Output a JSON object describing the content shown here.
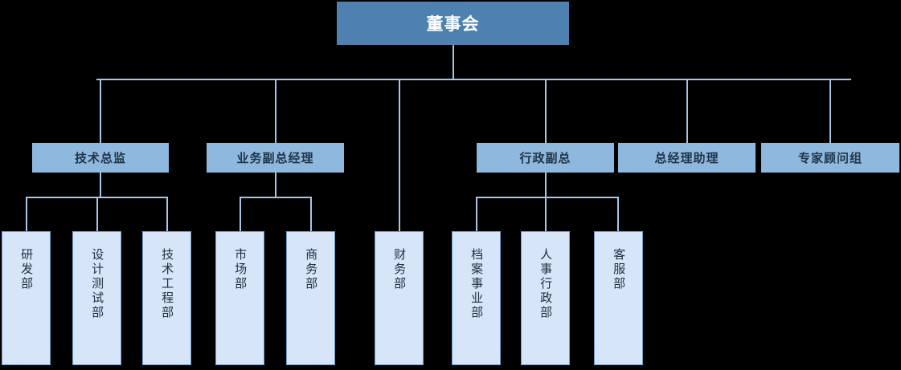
{
  "chart": {
    "type": "org-chart",
    "title_node": "董事会",
    "palette": {
      "background": "#000000",
      "root_fill": "#4E81B0",
      "root_text": "#FFFFFF",
      "level2_fill": "#8FB8DE",
      "level2_text": "#1F3448",
      "leaf_fill": "#D6E5F8",
      "leaf_border": "#6E9DC9",
      "leaf_text": "#20303F",
      "connector": "#A7C6E6"
    },
    "root": {
      "label": "董事会"
    },
    "level2": [
      {
        "label": "技术总监"
      },
      {
        "label": "业务副总经理"
      },
      {
        "label": "行政副总"
      },
      {
        "label": "总经理助理"
      },
      {
        "label": "专家顾问组"
      }
    ],
    "leaves": [
      {
        "label": "研发部",
        "parent": "技术总监"
      },
      {
        "label": "设计测试部",
        "parent": "技术总监"
      },
      {
        "label": "技术工程部",
        "parent": "技术总监"
      },
      {
        "label": "市场部",
        "parent": "业务副总经理"
      },
      {
        "label": "商务部",
        "parent": "业务副总经理"
      },
      {
        "label": "财务部",
        "parent": "董事会"
      },
      {
        "label": "档案事业部",
        "parent": "行政副总"
      },
      {
        "label": "人事行政部",
        "parent": "行政副总"
      },
      {
        "label": "客服部",
        "parent": "行政副总"
      }
    ]
  }
}
